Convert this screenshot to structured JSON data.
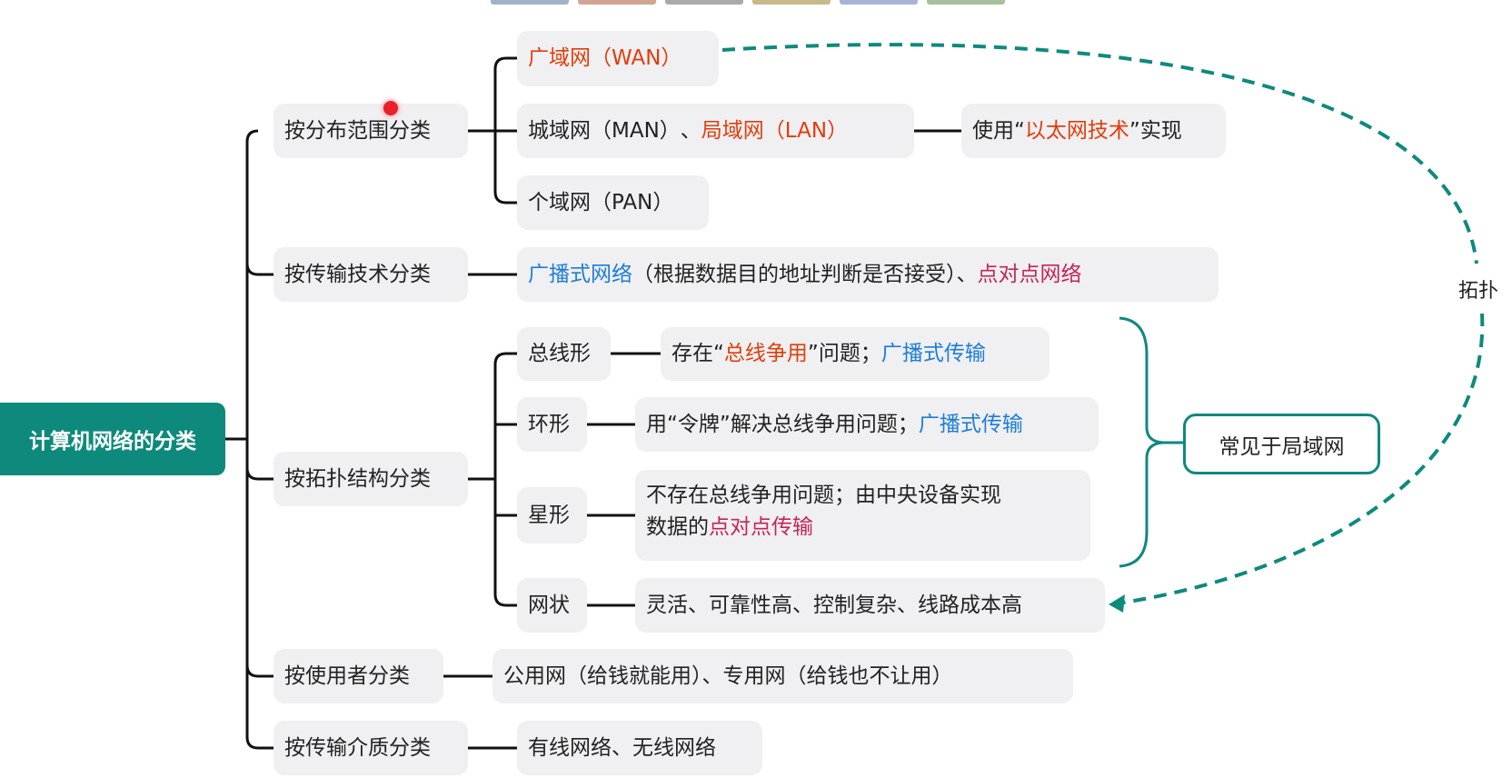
{
  "root": "计算机网络的分类",
  "categories": {
    "scope": {
      "label": "按分布范围分类",
      "wan": "广域网（WAN）",
      "man": "城域网（MAN）",
      "sep": "、",
      "lan": "局域网（LAN）",
      "ethernet_pre": "使用“",
      "ethernet": "以太网技术",
      "ethernet_post": "”实现",
      "pan": "个域网（PAN）"
    },
    "tech": {
      "label": "按传输技术分类",
      "broadcast": "广播式网络",
      "broadcast_note": "（根据数据目的地址判断是否接受）、",
      "p2p": "点对点网络"
    },
    "topology": {
      "label": "按拓扑结构分类",
      "bus": {
        "label": "总线形",
        "pre": "存在“",
        "hl": "总线争用",
        "post": "”问题；",
        "tail": "广播式传输"
      },
      "ring": {
        "label": "环形",
        "pre": "用“令牌”解决总线争用问题；",
        "tail": "广播式传输"
      },
      "star": {
        "label": "星形",
        "line1": "不存在总线争用问题；由中央设备实现",
        "pre": "数据的",
        "tail": "点对点传输"
      },
      "mesh": {
        "label": "网状",
        "desc": "灵活、可靠性高、控制复杂、线路成本高"
      },
      "note": "常见于局域网",
      "link_label": "拓扑"
    },
    "user": {
      "label": "按使用者分类",
      "desc": "公用网（给钱就能用）、专用网（给钱也不让用）"
    },
    "medium": {
      "label": "按传输介质分类",
      "desc": "有线网络、无线网络"
    }
  },
  "colors": {
    "accent": "#0e8a7c",
    "orange": "#e03e0a",
    "blue": "#1c7ed6",
    "magenta": "#c2255c"
  }
}
